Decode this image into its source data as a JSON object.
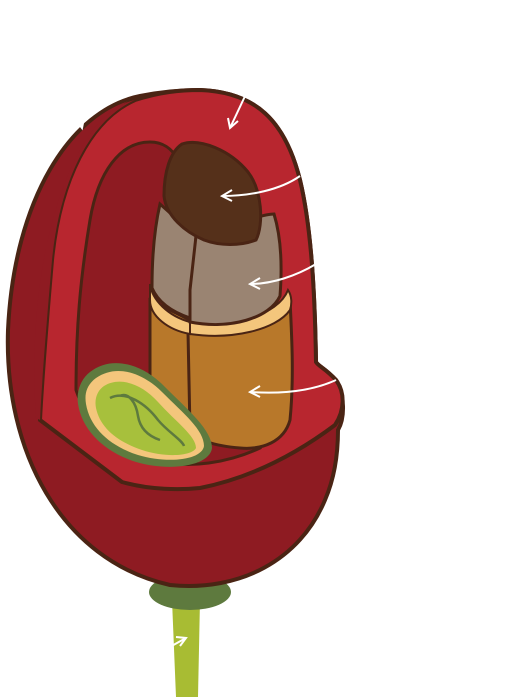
{
  "diagram": {
    "kind": "fruit cross-section (cutaway illustration)",
    "parts": [
      {
        "id": "outer-skin",
        "color": "#8e1b22"
      },
      {
        "id": "flesh",
        "color": "#b8262f"
      },
      {
        "id": "inner-cavity",
        "color": "#8e1b22"
      },
      {
        "id": "seed-tip",
        "color": "#55301a"
      },
      {
        "id": "seed-coat",
        "color": "#9a8472"
      },
      {
        "id": "seed-band",
        "color": "#f4c67c"
      },
      {
        "id": "seed-body",
        "color": "#b8782a"
      },
      {
        "id": "embryo-ring",
        "color": "#5e7a3e"
      },
      {
        "id": "embryo-inner",
        "color": "#a7c03c"
      },
      {
        "id": "calyx",
        "color": "#5e7a3e"
      },
      {
        "id": "stem",
        "color": "#a8bc33"
      }
    ],
    "outline_color": "#4a2414",
    "arrow_color": "#ffffff",
    "pointer_arrows": [
      {
        "id": "arrow-skin",
        "target": "outer-skin"
      },
      {
        "id": "arrow-flesh",
        "target": "flesh"
      },
      {
        "id": "arrow-seed-tip",
        "target": "seed-tip"
      },
      {
        "id": "arrow-seed-coat",
        "target": "seed-coat"
      },
      {
        "id": "arrow-seed-body",
        "target": "seed-body"
      },
      {
        "id": "arrow-stem",
        "target": "stem"
      }
    ]
  }
}
